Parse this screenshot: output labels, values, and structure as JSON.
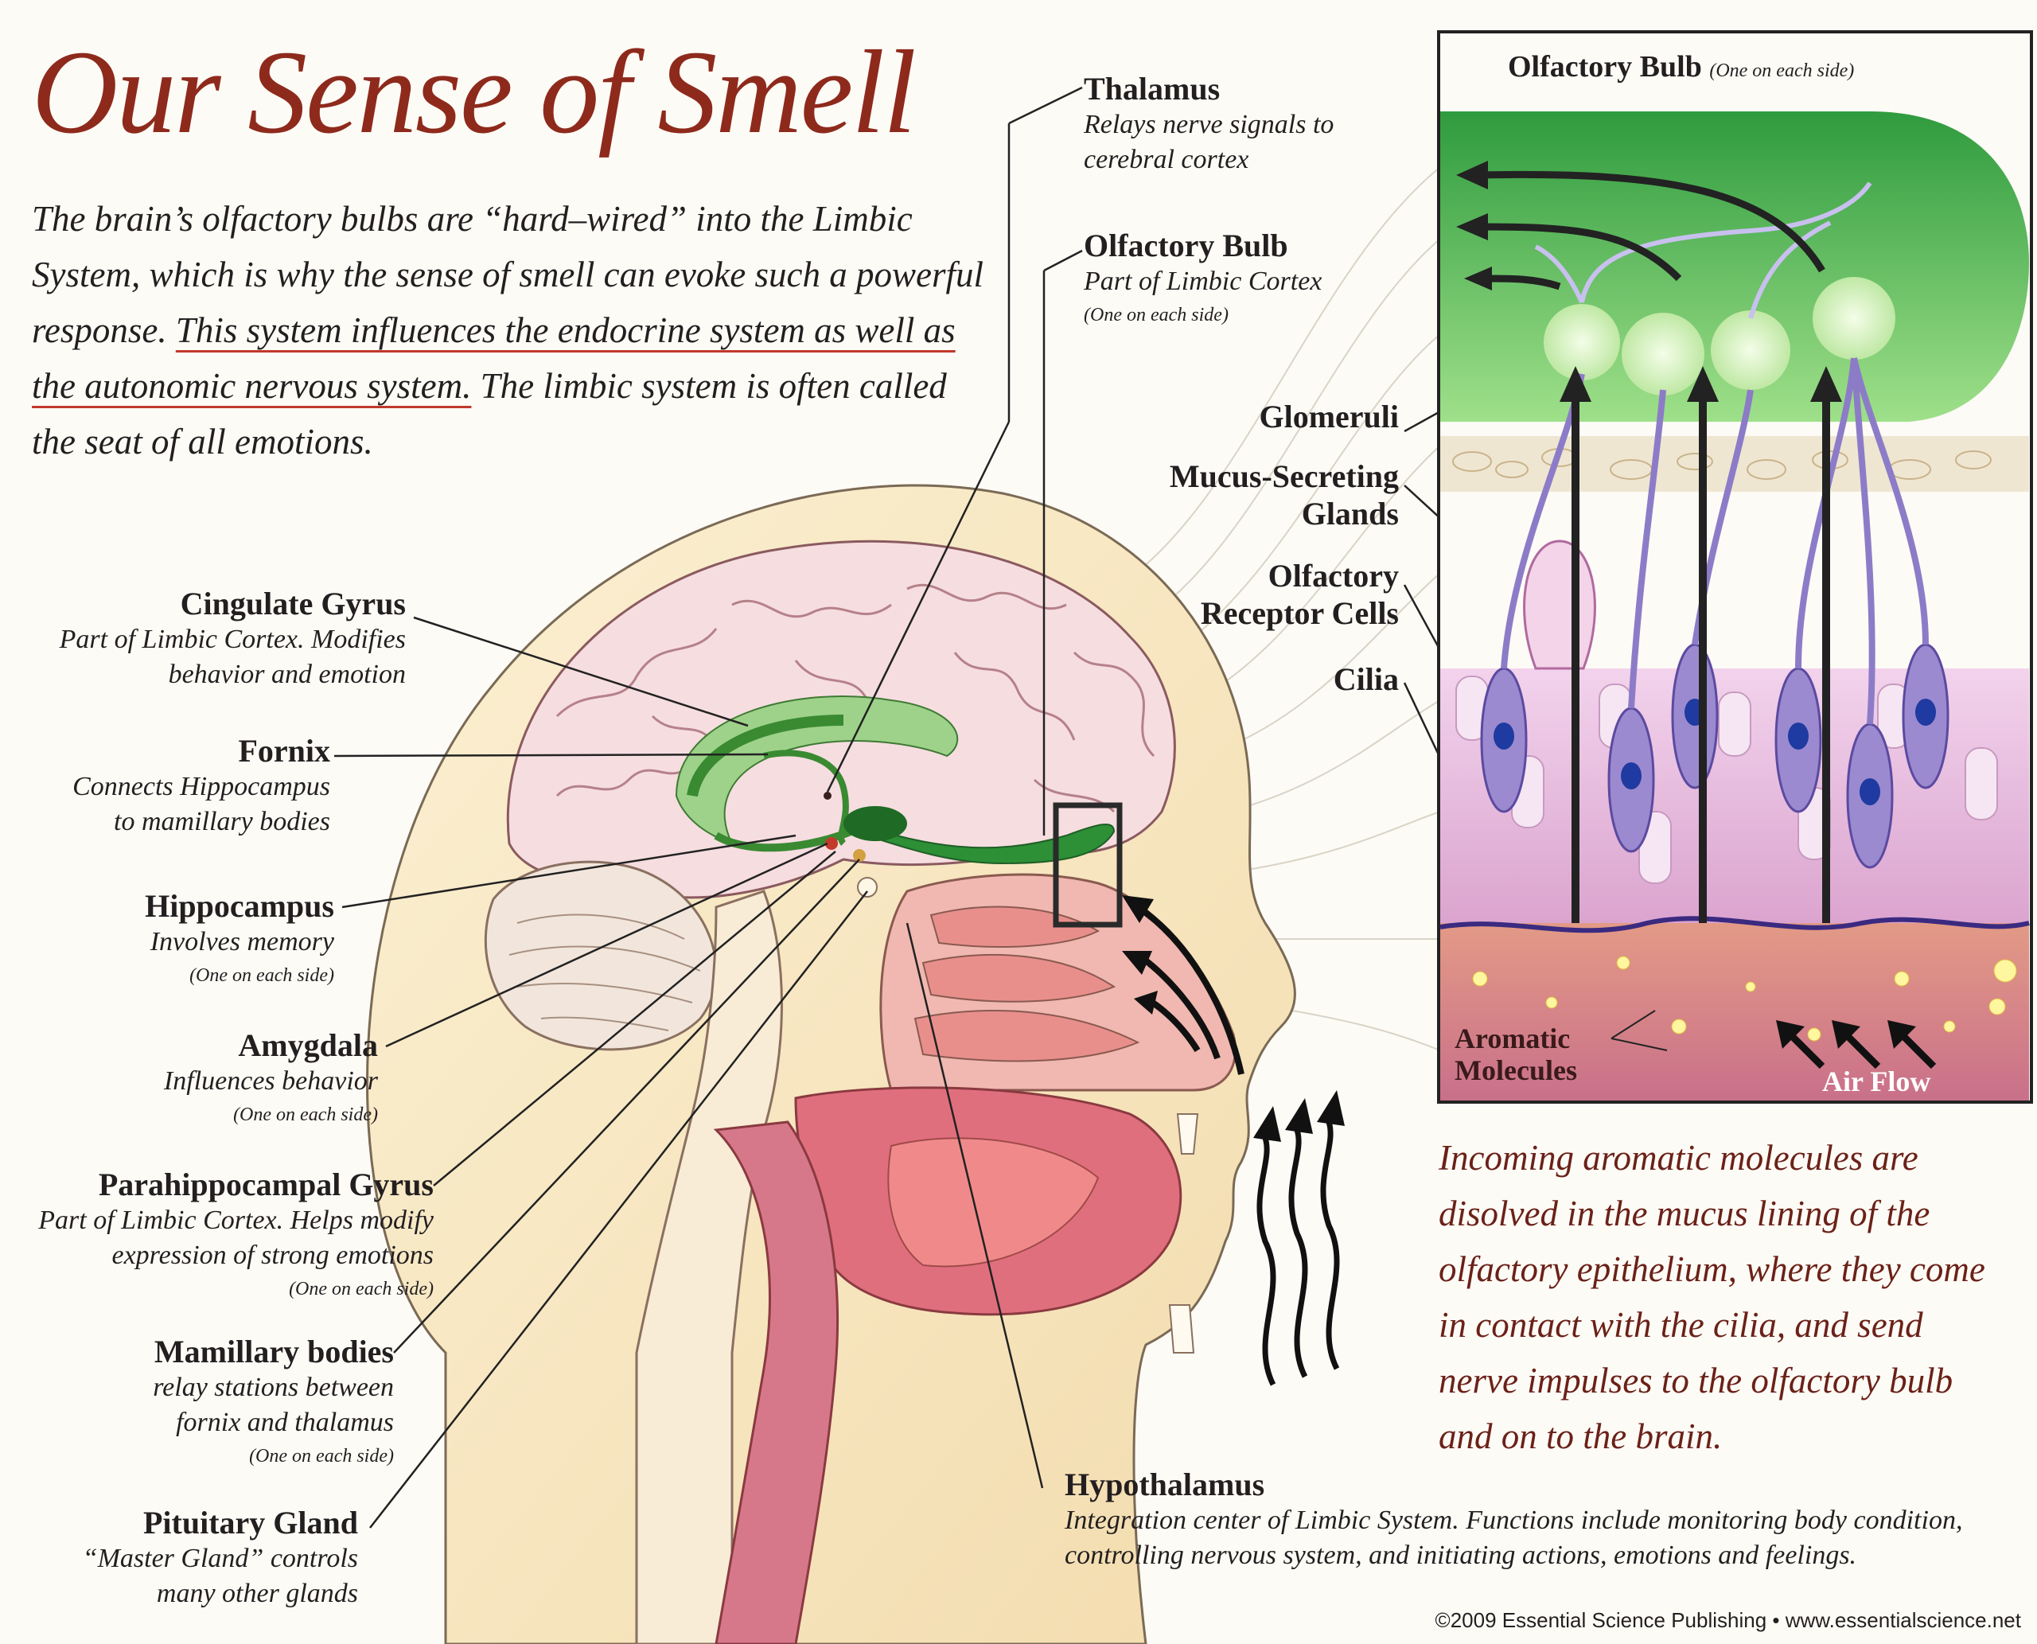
{
  "title": "Our Sense of Smell",
  "intro": {
    "part1": "The brain’s olfactory bulbs are “hard–wired” into the Limbic System, which is why the sense of smell can evoke such a powerful response. ",
    "underlined": "This system influences the endocrine system as well as the autonomic nervous system.",
    "part2": " The limbic system is often called the seat of all emotions."
  },
  "labels": {
    "thalamus": {
      "name": "Thalamus",
      "desc1": "Relays nerve signals to",
      "desc2": "cerebral cortex"
    },
    "olfactory_bulb": {
      "name": "Olfactory Bulb",
      "desc": "Part of Limbic Cortex",
      "note": "(One on each side)"
    },
    "cingulate": {
      "name": "Cingulate Gyrus",
      "desc1": "Part of Limbic Cortex. Modifies",
      "desc2": "behavior and emotion"
    },
    "fornix": {
      "name": "Fornix",
      "desc1": "Connects Hippocampus",
      "desc2": "to mamillary bodies"
    },
    "hippocampus": {
      "name": "Hippocampus",
      "desc": "Involves memory",
      "note": "(One on each side)"
    },
    "amygdala": {
      "name": "Amygdala",
      "desc": "Influences behavior",
      "note": "(One on each side)"
    },
    "parahippocampal": {
      "name": "Parahippocampal Gyrus",
      "desc1": "Part of Limbic Cortex. Helps modify",
      "desc2": "expression of strong emotions",
      "note": "(One on each side)"
    },
    "mamillary": {
      "name": "Mamillary bodies",
      "desc1": "relay stations between",
      "desc2": "fornix and thalamus",
      "note": "(One on each side)"
    },
    "pituitary": {
      "name": "Pituitary Gland",
      "desc1": "“Master Gland” controls",
      "desc2": "many other glands"
    },
    "hypothalamus": {
      "name": "Hypothalamus",
      "desc1": "Integration center of Limbic System. Functions include monitoring body condition,",
      "desc2": "controlling nervous system, and initiating actions, emotions and feelings."
    },
    "glomeruli": {
      "name": "Glomeruli"
    },
    "mucus": {
      "name1": "Mucus-Secreting",
      "name2": "Glands"
    },
    "receptor": {
      "name1": "Olfactory",
      "name2": "Receptor Cells"
    },
    "cilia": {
      "name": "Cilia"
    }
  },
  "panel": {
    "title": "Olfactory Bulb",
    "subtitle": "(One on each side)",
    "aromatic1": "Aromatic",
    "aromatic2": "Molecules",
    "airflow": "Air Flow"
  },
  "caption": "Incoming aromatic molecules are disolved in the mucus lining of the olfactory epithelium, where they come in contact with the cilia, and send nerve impulses to the olfactory bulb and on to the brain.",
  "copyright": "©2009 Essential Science Publishing • www.essentialscience.net",
  "colors": {
    "title": "#8e2a1c",
    "caption": "#6b2118",
    "bulb_green": "#3aa84a",
    "tissue_pink": "#e9b7d8",
    "nerve_purple": "#9b8ad0"
  }
}
